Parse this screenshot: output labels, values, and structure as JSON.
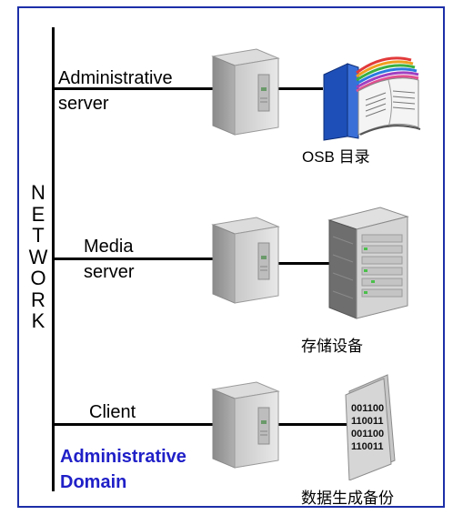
{
  "network": {
    "label": "NETWORK"
  },
  "rows": [
    {
      "label_line1": "Administrative",
      "label_line2": "server",
      "device": "book-icon",
      "caption": "OSB 目录"
    },
    {
      "label_line1": "Media",
      "label_line2": "server",
      "device": "storage-rack-icon",
      "caption": "存储设备"
    },
    {
      "label_line1": "Client",
      "label_line2": "",
      "device": "data-document-icon",
      "caption": "数据生成备份"
    }
  ],
  "domain": {
    "line1": "Administrative",
    "line2": "Domain"
  },
  "data_doc": {
    "lines": [
      "001100",
      "110011",
      "001100",
      "110011"
    ]
  },
  "colors": {
    "border": "#1c2fa8",
    "domain_text": "#2020c8"
  }
}
